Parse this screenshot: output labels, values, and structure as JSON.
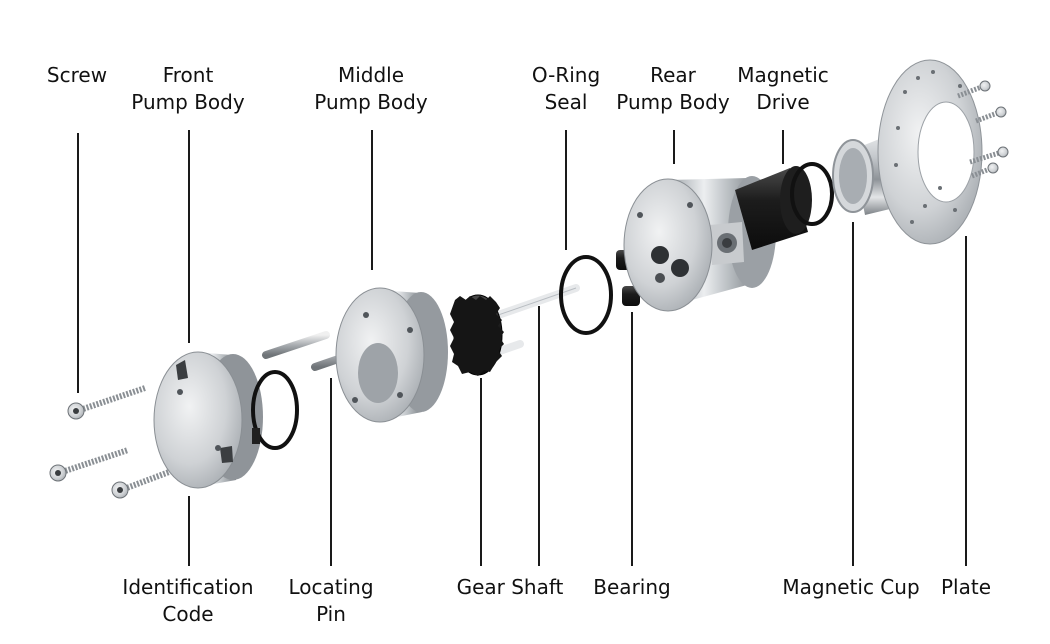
{
  "labels": {
    "screw": [
      "Screw"
    ],
    "front_pump_body": [
      "Front",
      "Pump Body"
    ],
    "middle_pump_body": [
      "Middle",
      "Pump Body"
    ],
    "o_ring_seal": [
      "O-Ring",
      "Seal"
    ],
    "rear_pump_body": [
      "Rear",
      "Pump Body"
    ],
    "magnetic_drive": [
      "Magnetic",
      "Drive"
    ],
    "identification_code": [
      "Identification",
      "Code"
    ],
    "locating_pin": [
      "Locating",
      "Pin"
    ],
    "gear_shaft": [
      "Gear Shaft"
    ],
    "bearing": [
      "Bearing"
    ],
    "magnetic_cup": [
      "Magnetic Cup"
    ],
    "plate": [
      "Plate"
    ]
  },
  "colors": {
    "text": "#111111",
    "leader_line": "#1a1a1a",
    "steel": "#c9ccd0",
    "black_part": "#1b1b1b"
  }
}
